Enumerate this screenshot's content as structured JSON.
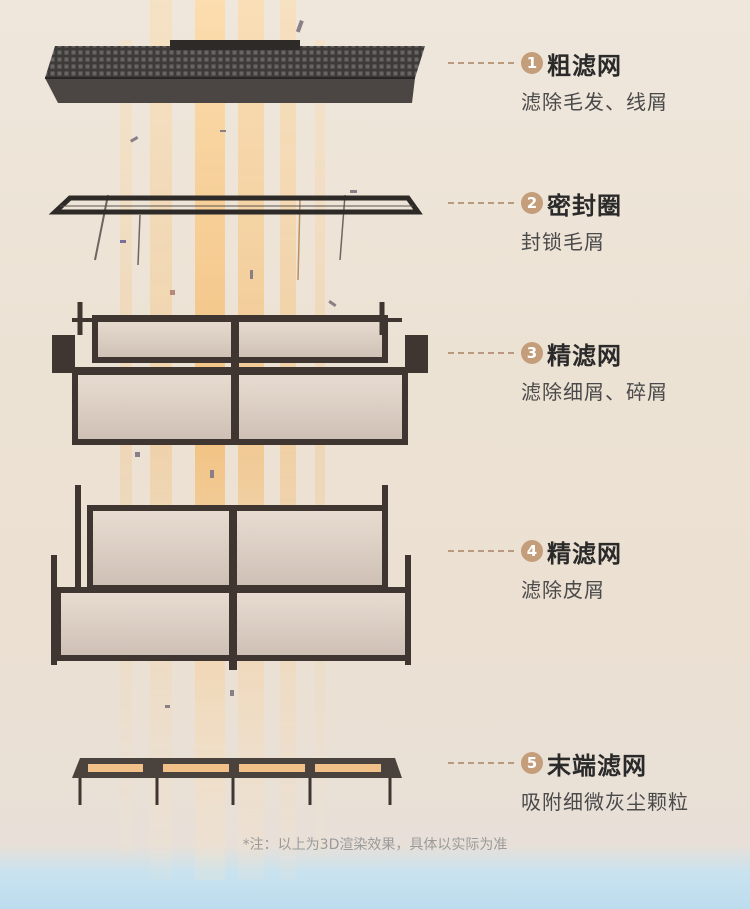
{
  "filters": [
    {
      "num": "1",
      "title": "粗滤网",
      "desc": "滤除毛发、线屑"
    },
    {
      "num": "2",
      "title": "密封圈",
      "desc": "封锁毛屑"
    },
    {
      "num": "3",
      "title": "精滤网",
      "desc": "滤除细屑、碎屑"
    },
    {
      "num": "4",
      "title": "精滤网",
      "desc": "滤除皮屑"
    },
    {
      "num": "5",
      "title": "末端滤网",
      "desc": "吸附细微灰尘颗粒"
    }
  ],
  "note": "*注：以上为3D渲染效果，具体以实际为准",
  "colors": {
    "accent": "#c49d7a",
    "frame": "#3f3631",
    "glow": "#f2b25e"
  }
}
